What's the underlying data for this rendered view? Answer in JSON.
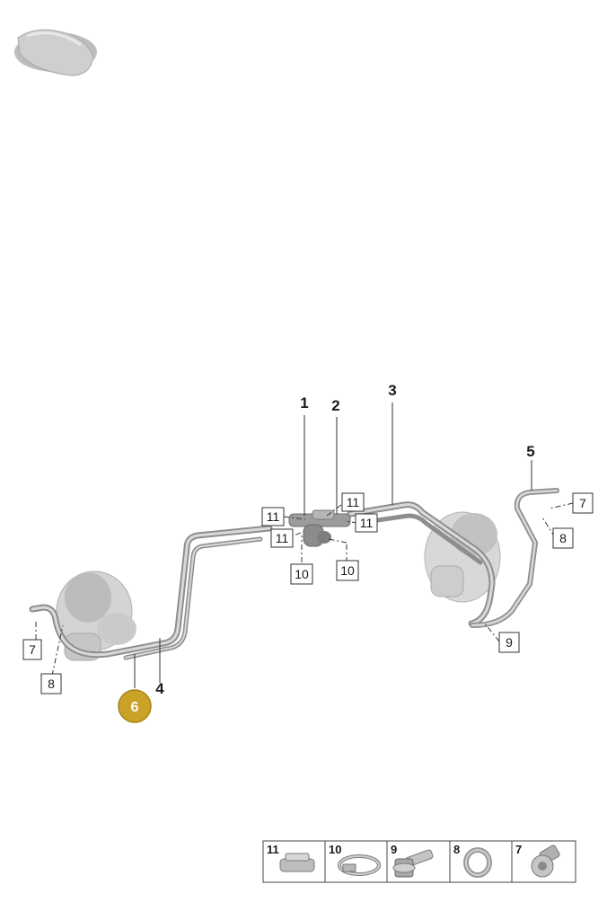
{
  "colors": {
    "highlight": "#c9a227",
    "line": "#333333",
    "pipe": "#9a9a9a",
    "part": "#c8c8c8"
  },
  "callouts": {
    "plain": [
      "1",
      "2",
      "3",
      "4",
      "5"
    ],
    "highlighted": "6",
    "boxed": [
      "7",
      "8",
      "11",
      "11",
      "11",
      "11",
      "10",
      "10",
      "7",
      "8",
      "9"
    ]
  },
  "legend": {
    "items": [
      {
        "number": "11",
        "icon": "hose-clamp-icon"
      },
      {
        "number": "10",
        "icon": "band-clamp-icon"
      },
      {
        "number": "9",
        "icon": "flange-bolt-icon"
      },
      {
        "number": "8",
        "icon": "seal-ring-icon"
      },
      {
        "number": "7",
        "icon": "torx-bolt-icon"
      }
    ]
  }
}
